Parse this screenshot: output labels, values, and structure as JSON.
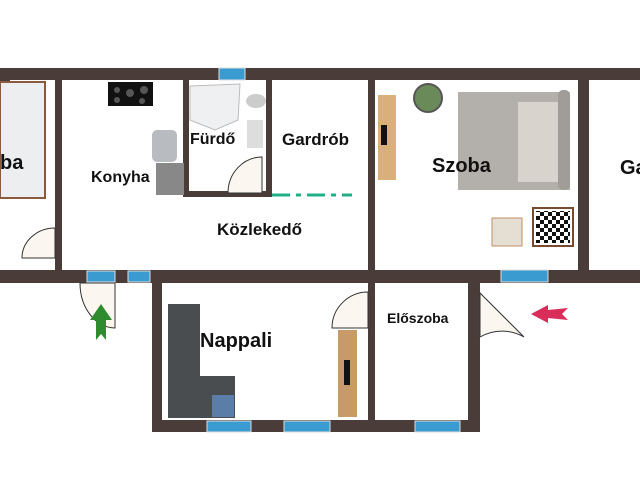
{
  "colors": {
    "wall": "#4a3d39",
    "window": "#3a9bd0",
    "dashed_line": "#1fb08a",
    "entry_arrow": "#d92d5a",
    "exit_arrow": "#2e8b2e"
  },
  "rooms": {
    "left_room": "ba",
    "kitchen": "Konyha",
    "bathroom": "Fürdő",
    "wardrobe": "Gardrób",
    "hallway": "Közlekedő",
    "bedroom": "Szoba",
    "right_room": "Ga",
    "living_room": "Nappali",
    "entrance_hall": "Előszoba"
  },
  "icons": {
    "entry": "arrow-left-icon",
    "exit": "arrow-up-icon"
  }
}
